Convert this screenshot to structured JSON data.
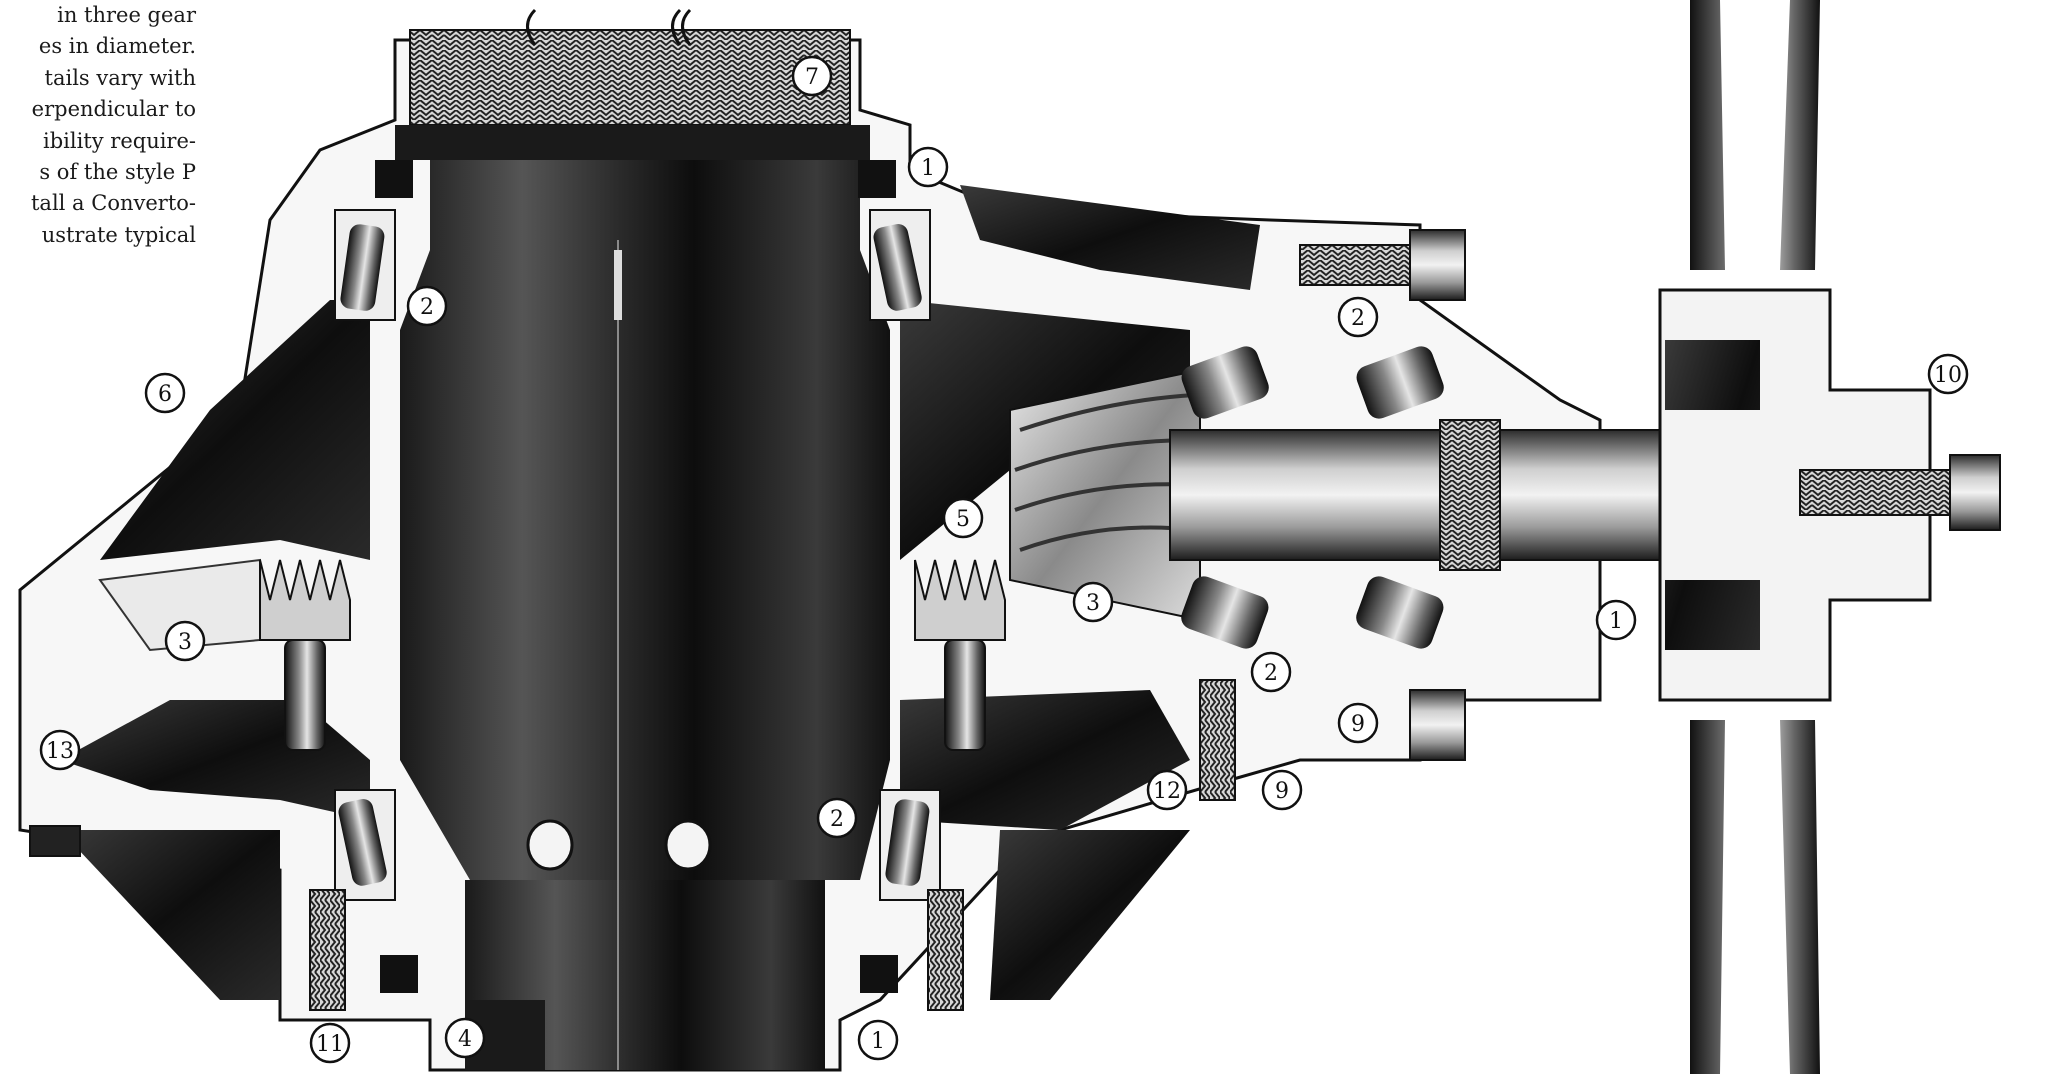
{
  "caption_lines": [
    "in three gear",
    "es in diameter.",
    "tails vary with",
    "erpendicular to",
    "ibility require-",
    "s of the style P",
    "tall a Converto-",
    "ustrate typical"
  ],
  "callouts": [
    {
      "id": "c7",
      "label": "7"
    },
    {
      "id": "c1a",
      "label": "1"
    },
    {
      "id": "c2a",
      "label": "2"
    },
    {
      "id": "c6",
      "label": "6"
    },
    {
      "id": "c2b",
      "label": "2"
    },
    {
      "id": "c10",
      "label": "10"
    },
    {
      "id": "c5",
      "label": "5"
    },
    {
      "id": "c3a",
      "label": "3"
    },
    {
      "id": "c3b",
      "label": "3"
    },
    {
      "id": "c1b",
      "label": "1"
    },
    {
      "id": "c2c",
      "label": "2"
    },
    {
      "id": "c9a",
      "label": "9"
    },
    {
      "id": "c13",
      "label": "13"
    },
    {
      "id": "c12",
      "label": "12"
    },
    {
      "id": "c9b",
      "label": "9"
    },
    {
      "id": "c2d",
      "label": "2"
    },
    {
      "id": "c11",
      "label": "11"
    },
    {
      "id": "c4",
      "label": "4"
    },
    {
      "id": "c1c",
      "label": "1"
    }
  ]
}
